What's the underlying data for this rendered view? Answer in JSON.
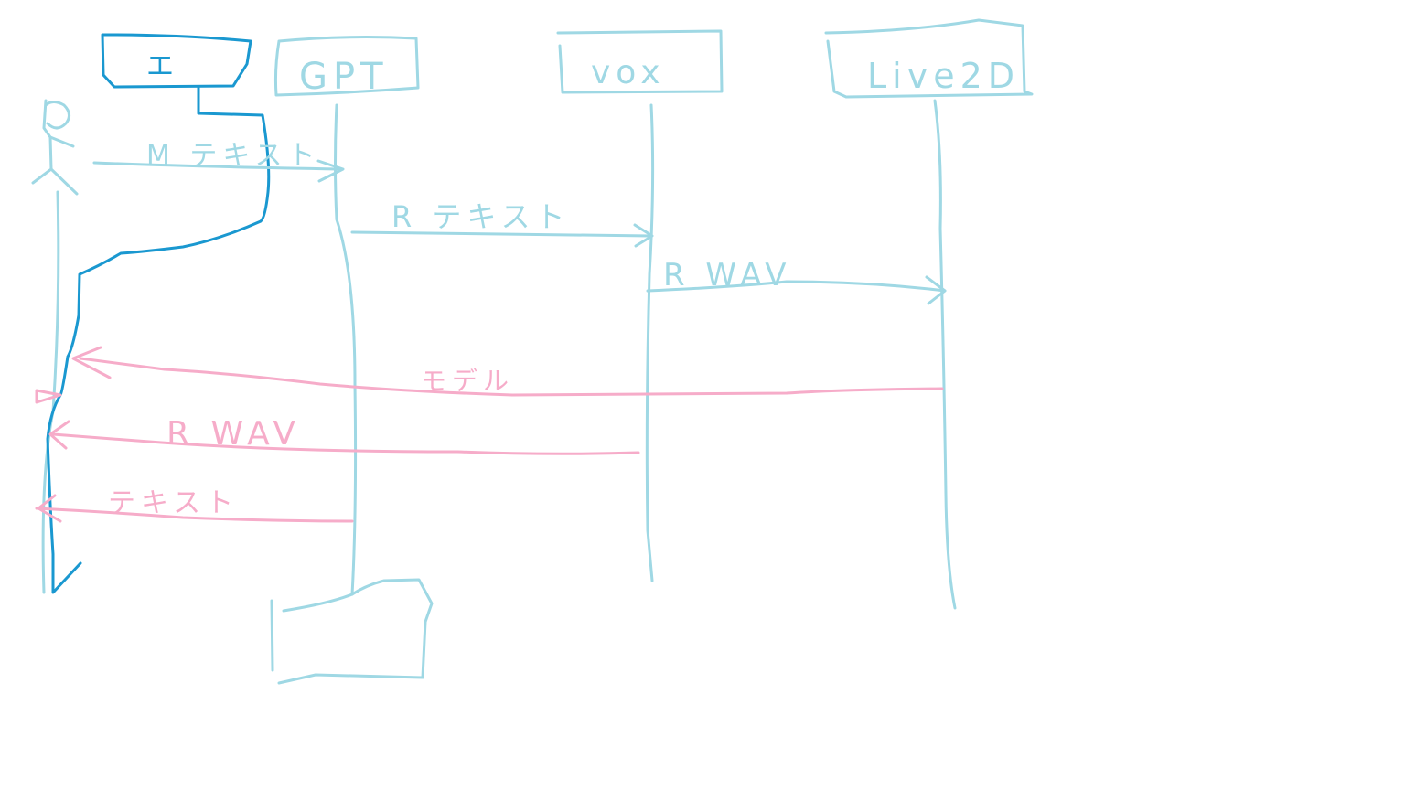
{
  "diagram": {
    "colors": {
      "participant": "#9fd8e4",
      "request_arrow": "#9fd8e4",
      "response_arrow": "#f6acc9",
      "activation_path": "#1a98d0"
    },
    "participants": {
      "ui": "エ",
      "gpt": "GPT",
      "vox": "vox",
      "live2d": "Live2D"
    },
    "messages": {
      "m1": "M テキスト",
      "m2": "R テキスト",
      "m3": "R WAV",
      "m4": "モデル",
      "m5": "R WAV",
      "m6": "テキスト"
    }
  }
}
